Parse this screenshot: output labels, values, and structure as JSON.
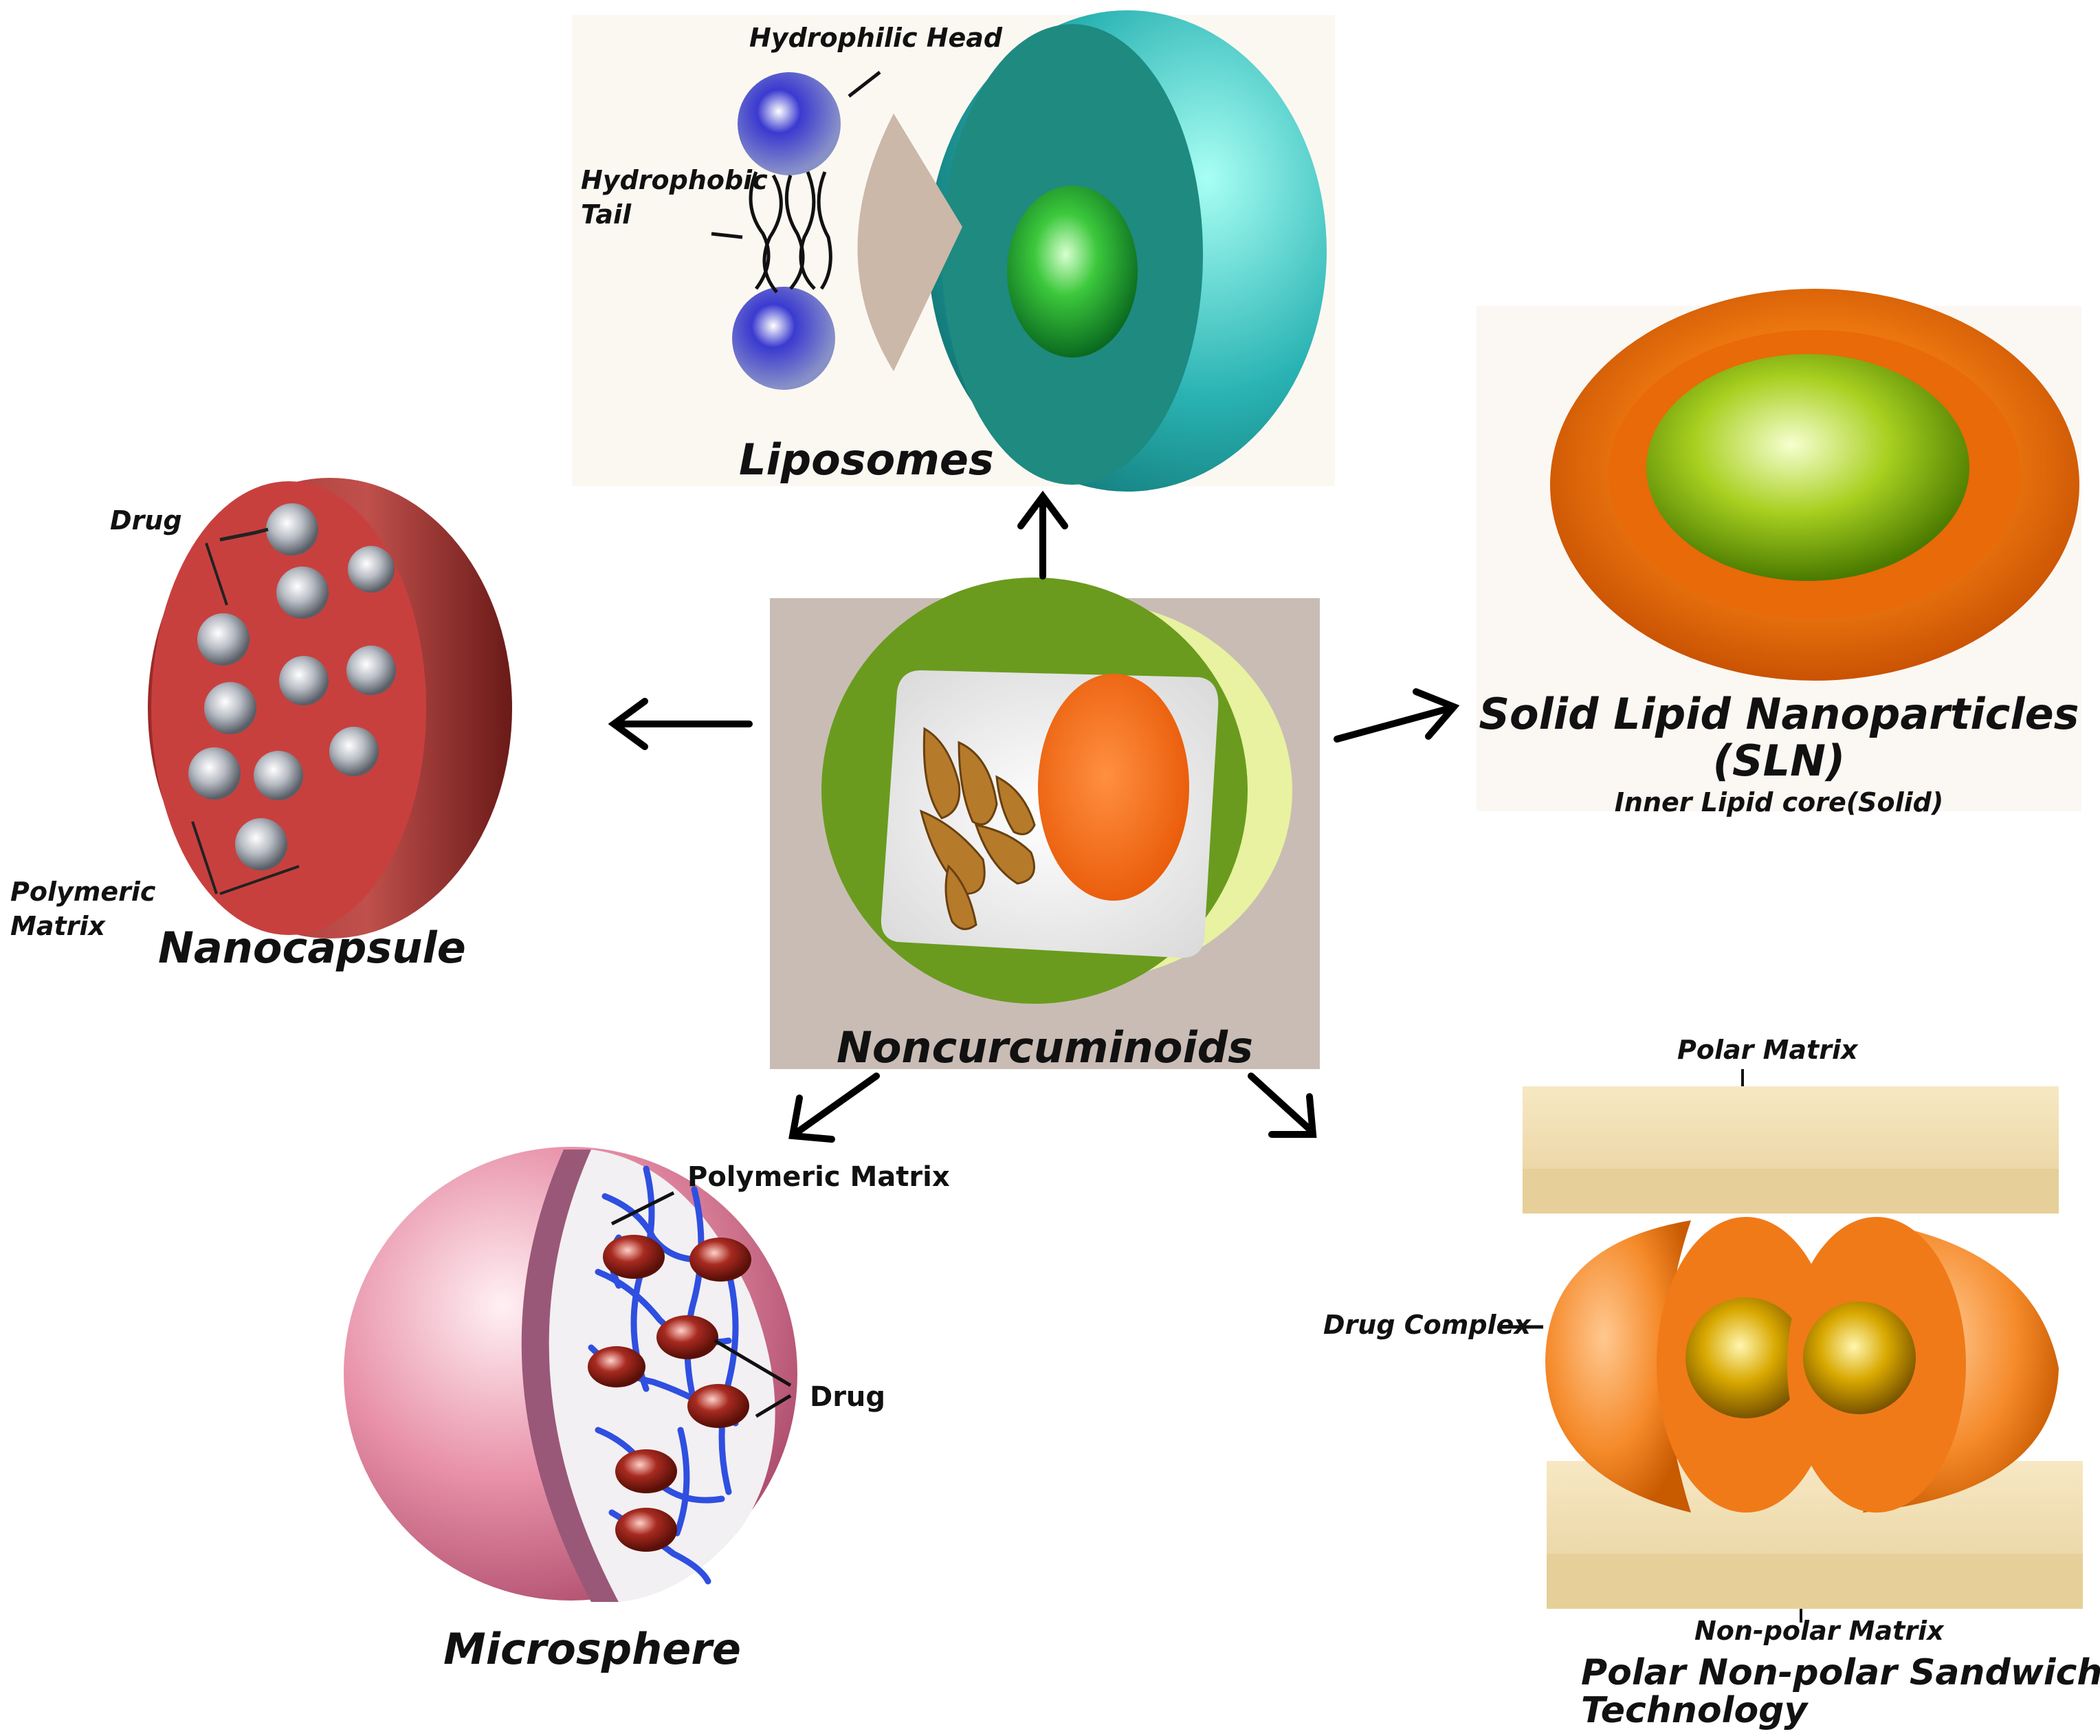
{
  "center": {
    "label": "Noncurcuminoids"
  },
  "liposomes": {
    "title": "Liposomes",
    "head_label": "Hydrophilic Head",
    "tail_label_line1": "Hydrophobic",
    "tail_label_line2": "Tail"
  },
  "sln": {
    "title_line1": "Solid Lipid Nanoparticles",
    "title_line2": "(SLN)",
    "caption": "Inner Lipid core(Solid)"
  },
  "nanocapsule": {
    "title": "Nanocapsule",
    "drug_label": "Drug",
    "matrix_line1": "Polymeric",
    "matrix_line2": "Matrix"
  },
  "microsphere": {
    "title": "Microsphere",
    "matrix_label": "Polymeric Matrix",
    "drug_label": "Drug"
  },
  "sandwich": {
    "polar_label": "Polar Matrix",
    "drug_complex_label": "Drug Complex",
    "nonpolar_label": "Non-polar Matrix",
    "title_line1": "Polar Non-polar Sandwich",
    "title_line2": "Technology"
  },
  "colors": {
    "arrow": "#000000",
    "liposome_shell": "#2aa39a",
    "liposome_core": "#2fae2f",
    "sln_outer": "#f07a10",
    "sln_core": "#a8d020",
    "nanocapsule": "#c8403e",
    "microsphere_outer": "#e890a8",
    "microsphere_matrix": "#2f4fe0",
    "sandwich_slab": "#efd9a8",
    "sandwich_sphere": "#f58a2a",
    "sandwich_core": "#d8a800",
    "center_bg": "#c9bcb5",
    "center_circle": "#6a9b1e",
    "turmeric_powder": "#f06a10",
    "turmeric_root": "#b57a2a"
  }
}
